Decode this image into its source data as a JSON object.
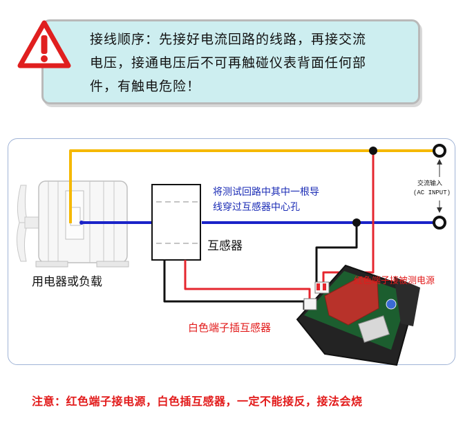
{
  "warning": {
    "icon": "warning-triangle-icon",
    "line1": "接线顺序：先接好电流回路的线路，再接交流",
    "line2": "电压，接通电压后不可再触碰仪表背面任何部",
    "line3": "件，有触电危险！"
  },
  "diagram": {
    "test_loop_label_1": "将测试回路中其中一根导",
    "test_loop_label_2": "线穿过互感器中心孔",
    "transformer_label": "互感器",
    "load_label": "用电器或负载",
    "ac_input_label_1": "交流输入",
    "ac_input_label_2": "(AC INPUT)",
    "red_terminal_label": "红色端子接被测电源",
    "white_terminal_label": "白色端子插互感器",
    "meter_icon": "panel-meter-icon",
    "motor_icon": "electric-motor-icon"
  },
  "colors": {
    "yellow_wire": "#f5b800",
    "blue_wire": "#1a23c8",
    "red_wire": "#e5262e",
    "black_wire": "#111111",
    "label_blue": "#1a2bb5",
    "label_red": "#e21a1a"
  },
  "notice": "注意：红色端子接电源，白色插互感器，一定不能接反，接法会烧"
}
